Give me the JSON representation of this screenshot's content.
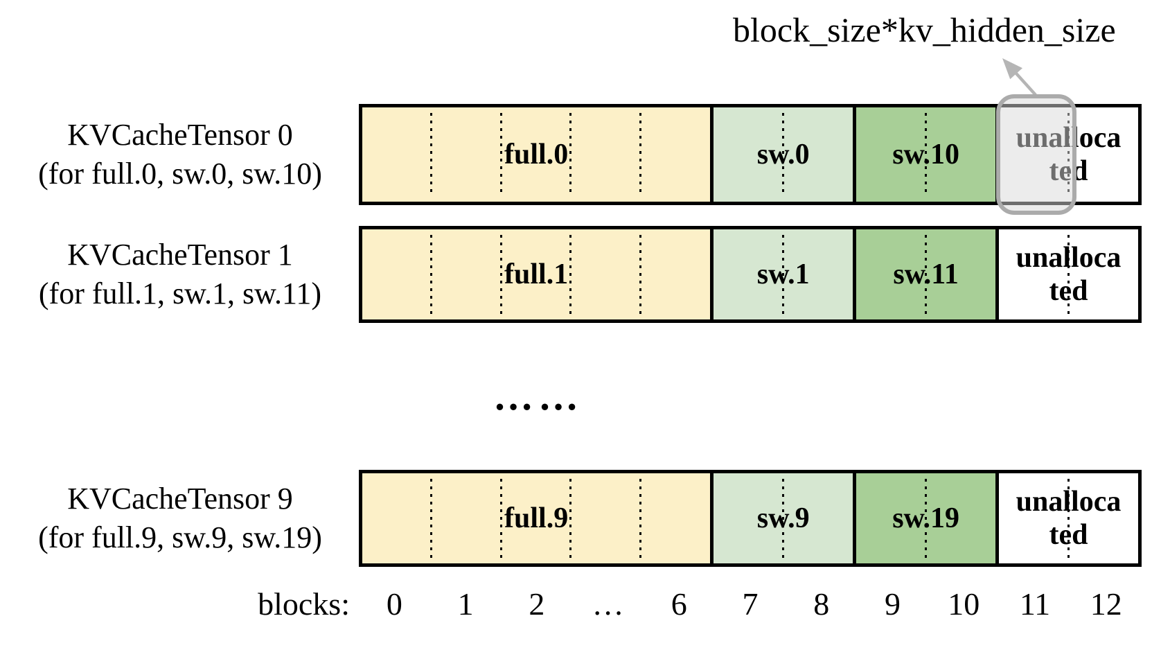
{
  "annotation": {
    "label": "block_size*kv_hidden_size"
  },
  "colors": {
    "full_block": "#FCF0C8",
    "sw_light_block": "#D6E7D1",
    "sw_dark_block": "#A8CF97",
    "unallocated_block": "#FFFFFF",
    "bar_border": "#000000",
    "highlight_fill": "#D9D9D9",
    "highlight_border": "#ABABAB",
    "arrow": "#B5B5B5"
  },
  "tensors": [
    {
      "name": "KVCacheTensor 0",
      "subtitle": "(for full.0, sw.0, sw.10)",
      "segments": [
        {
          "label": "full.0",
          "cells": 5
        },
        {
          "label": "sw.0",
          "cells": 2
        },
        {
          "label": "sw.10",
          "cells": 2
        },
        {
          "label": "unalloca\nted",
          "cells": 2
        }
      ]
    },
    {
      "name": "KVCacheTensor 1",
      "subtitle": "(for full.1, sw.1, sw.11)",
      "segments": [
        {
          "label": "full.1",
          "cells": 5
        },
        {
          "label": "sw.1",
          "cells": 2
        },
        {
          "label": "sw.11",
          "cells": 2
        },
        {
          "label": "unalloca\nted",
          "cells": 2
        }
      ]
    },
    {
      "name": "KVCacheTensor 9",
      "subtitle": "(for full.9, sw.9, sw.19)",
      "segments": [
        {
          "label": "full.9",
          "cells": 5
        },
        {
          "label": "sw.9",
          "cells": 2
        },
        {
          "label": "sw.19",
          "cells": 2
        },
        {
          "label": "unalloca\nted",
          "cells": 2
        }
      ]
    }
  ],
  "ellipsis": "……",
  "axis": {
    "label": "blocks:",
    "ticks": [
      "0",
      "1",
      "2",
      "…",
      "6",
      "7",
      "8",
      "9",
      "10",
      "11",
      "12"
    ]
  }
}
